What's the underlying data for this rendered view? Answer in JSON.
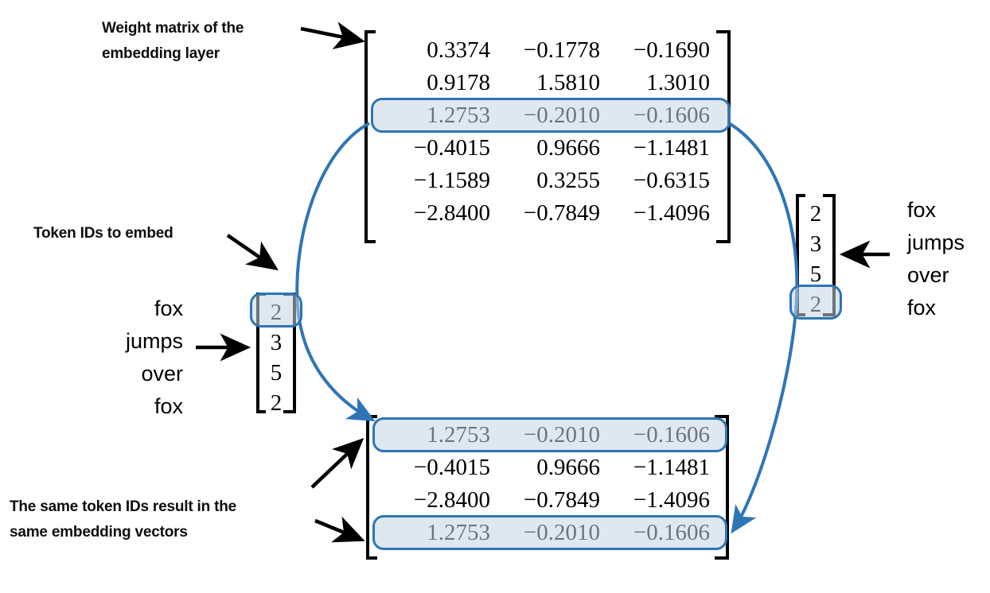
{
  "annotations": {
    "weight_matrix_label": "Weight matrix of the\nembedding layer",
    "token_ids_label": "Token IDs to embed",
    "same_ids_label": "The same token IDs result in the\nsame embedding vectors"
  },
  "colors": {
    "highlight_border": "#2e75b6",
    "highlight_fill": "#c5d4e2",
    "curve": "#2e75b6",
    "arrow": "#000000",
    "text": "#000000"
  },
  "weight_matrix": {
    "name": "embedding-weight-matrix",
    "rows": [
      [
        "0.3374",
        "−0.1778",
        "−0.1690"
      ],
      [
        "0.9178",
        "1.5810",
        "1.3010"
      ],
      [
        "1.2753",
        "−0.2010",
        "−0.1606"
      ],
      [
        "−0.4015",
        "0.9666",
        "−1.1481"
      ],
      [
        "−1.1589",
        "0.3255",
        "−0.6315"
      ],
      [
        "−2.8400",
        "−0.7849",
        "−1.4096"
      ]
    ],
    "highlighted_rows": [
      2
    ]
  },
  "embedding_output_matrix": {
    "name": "embedding-output-matrix",
    "rows": [
      [
        "1.2753",
        "−0.2010",
        "−0.1606"
      ],
      [
        "−0.4015",
        "0.9666",
        "−1.1481"
      ],
      [
        "−2.8400",
        "−0.7849",
        "−1.4096"
      ],
      [
        "1.2753",
        "−0.2010",
        "−0.1606"
      ]
    ],
    "highlighted_rows": [
      0,
      3
    ]
  },
  "left_words": {
    "name": "input-token-words-left",
    "items": [
      "fox",
      "jumps",
      "over",
      "fox"
    ]
  },
  "right_words": {
    "name": "input-token-words-right",
    "items": [
      "fox",
      "jumps",
      "over",
      "fox"
    ]
  },
  "left_token_column": {
    "name": "token-id-column-left",
    "values": [
      "2",
      "3",
      "5",
      "2"
    ],
    "highlighted_index": 0
  },
  "right_token_column": {
    "name": "token-id-column-right",
    "values": [
      "2",
      "3",
      "5",
      "2"
    ],
    "highlighted_index": 3
  }
}
